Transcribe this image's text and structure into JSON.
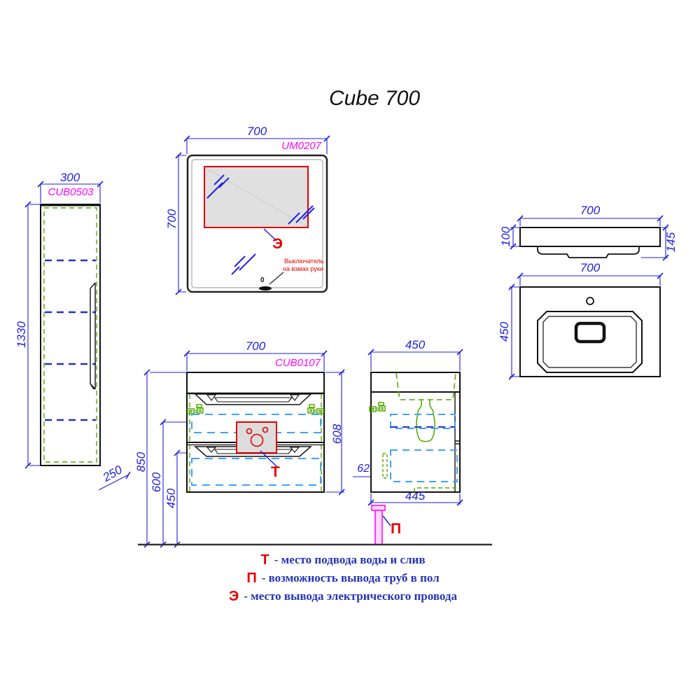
{
  "title": "Cube 700",
  "colors": {
    "dimension_blue": "#2020dd",
    "product_code_magenta": "#ff00ff",
    "marker_red": "#e60000",
    "hardware_green": "#55aa00",
    "drawer_dash_blue": "#3ea2ff",
    "shelf_dash_navy": "#2233cc",
    "pipe_magenta": "#ff22ff",
    "legend_text_blue": "#2233bb"
  },
  "tall_cabinet": {
    "code": "CUB0503",
    "width_mm": "300",
    "height_mm": "1330",
    "depth_mm": "250"
  },
  "mirror": {
    "code": "UM0207",
    "width_mm": "700",
    "height_mm": "700",
    "marker": "Э",
    "note_line1": "Выключатель",
    "note_line2": "на взмах руки",
    "sensor_label": "0"
  },
  "vanity_front": {
    "code": "CUB0107",
    "width_mm": "700",
    "height_total_mm": "850",
    "height_supply_mm": "600",
    "height_drain_mm": "450",
    "body_height_mm": "608",
    "marker": "Т"
  },
  "vanity_side": {
    "depth_mm": "450",
    "pipe_gap_mm": "62",
    "bottom_depth_mm": "445",
    "marker": "П"
  },
  "sink_side_view": {
    "width_mm": "700",
    "apron_height_mm": "100",
    "total_height_mm": "145"
  },
  "sink_top_view": {
    "width_mm": "700",
    "depth_mm": "450"
  },
  "legend": [
    {
      "marker": "Т",
      "text": "- место подвода воды и слив"
    },
    {
      "marker": "П",
      "text": "- возможность вывода труб в пол"
    },
    {
      "marker": "Э",
      "text": "- место вывода электрического провода"
    }
  ]
}
